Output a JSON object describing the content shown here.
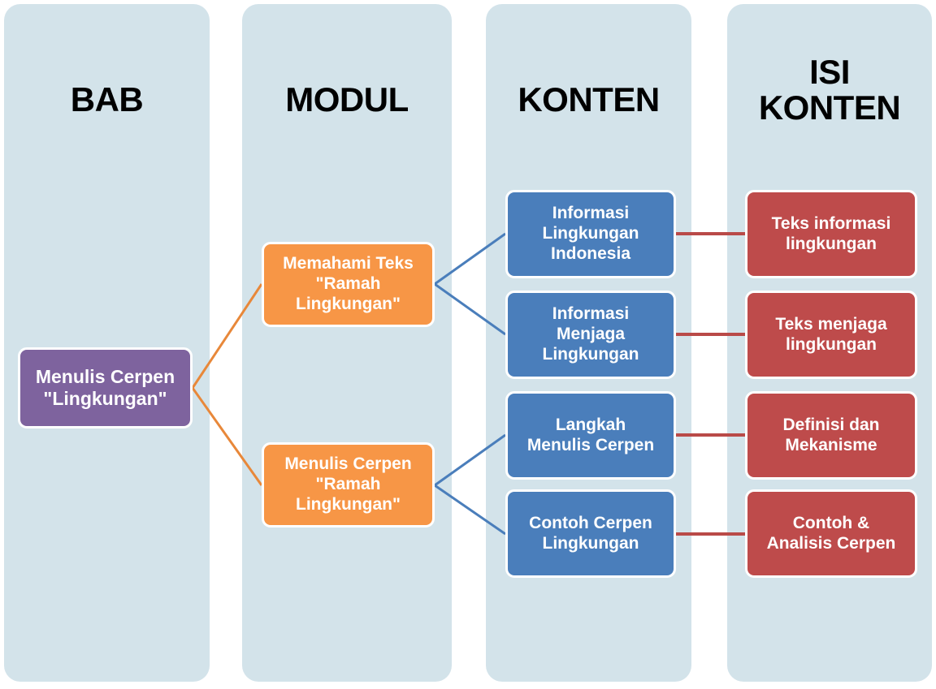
{
  "diagram": {
    "title_columns": [
      {
        "key": "bab",
        "label": "BAB"
      },
      {
        "key": "modul",
        "label": "MODUL"
      },
      {
        "key": "konten",
        "label": "KONTEN"
      },
      {
        "key": "isi_konten",
        "label": "ISI\nKONTEN"
      }
    ],
    "colors": {
      "panel": "#d3e3ea",
      "bab_node": "#7e639e",
      "modul_node": "#f79646",
      "konten_node": "#4a7ebb",
      "isi_konten_node": "#be4b4b",
      "connector_bab_modul": "#e8883a",
      "connector_modul_konten": "#4a7ebb",
      "connector_konten_isi": "#b94a48",
      "node_border": "#ffffff",
      "title_text": "#000000",
      "node_text": "#ffffff"
    },
    "bab": {
      "nodes": [
        {
          "id": "bab-1",
          "label": "Menulis Cerpen\n\"Lingkungan\""
        }
      ]
    },
    "modul": {
      "nodes": [
        {
          "id": "modul-1",
          "label": "Memahami Teks\n\"Ramah\nLingkungan\""
        },
        {
          "id": "modul-2",
          "label": "Menulis Cerpen\n\"Ramah\nLingkungan\""
        }
      ]
    },
    "konten": {
      "nodes": [
        {
          "id": "konten-1",
          "label": "Informasi\nLingkungan\nIndonesia"
        },
        {
          "id": "konten-2",
          "label": "Informasi\nMenjaga\nLingkungan"
        },
        {
          "id": "konten-3",
          "label": "Langkah\nMenulis Cerpen"
        },
        {
          "id": "konten-4",
          "label": "Contoh Cerpen\nLingkungan"
        }
      ]
    },
    "isi_konten": {
      "nodes": [
        {
          "id": "isi-1",
          "label": "Teks informasi\nlingkungan"
        },
        {
          "id": "isi-2",
          "label": "Teks menjaga\nlingkungan"
        },
        {
          "id": "isi-3",
          "label": "Definisi dan\nMekanisme"
        },
        {
          "id": "isi-4",
          "label": "Contoh &\nAnalisis Cerpen"
        }
      ]
    },
    "edges": [
      {
        "from": "bab-1",
        "to": "modul-1"
      },
      {
        "from": "bab-1",
        "to": "modul-2"
      },
      {
        "from": "modul-1",
        "to": "konten-1"
      },
      {
        "from": "modul-1",
        "to": "konten-2"
      },
      {
        "from": "modul-2",
        "to": "konten-3"
      },
      {
        "from": "modul-2",
        "to": "konten-4"
      },
      {
        "from": "konten-1",
        "to": "isi-1"
      },
      {
        "from": "konten-2",
        "to": "isi-2"
      },
      {
        "from": "konten-3",
        "to": "isi-3"
      },
      {
        "from": "konten-4",
        "to": "isi-4"
      }
    ]
  }
}
